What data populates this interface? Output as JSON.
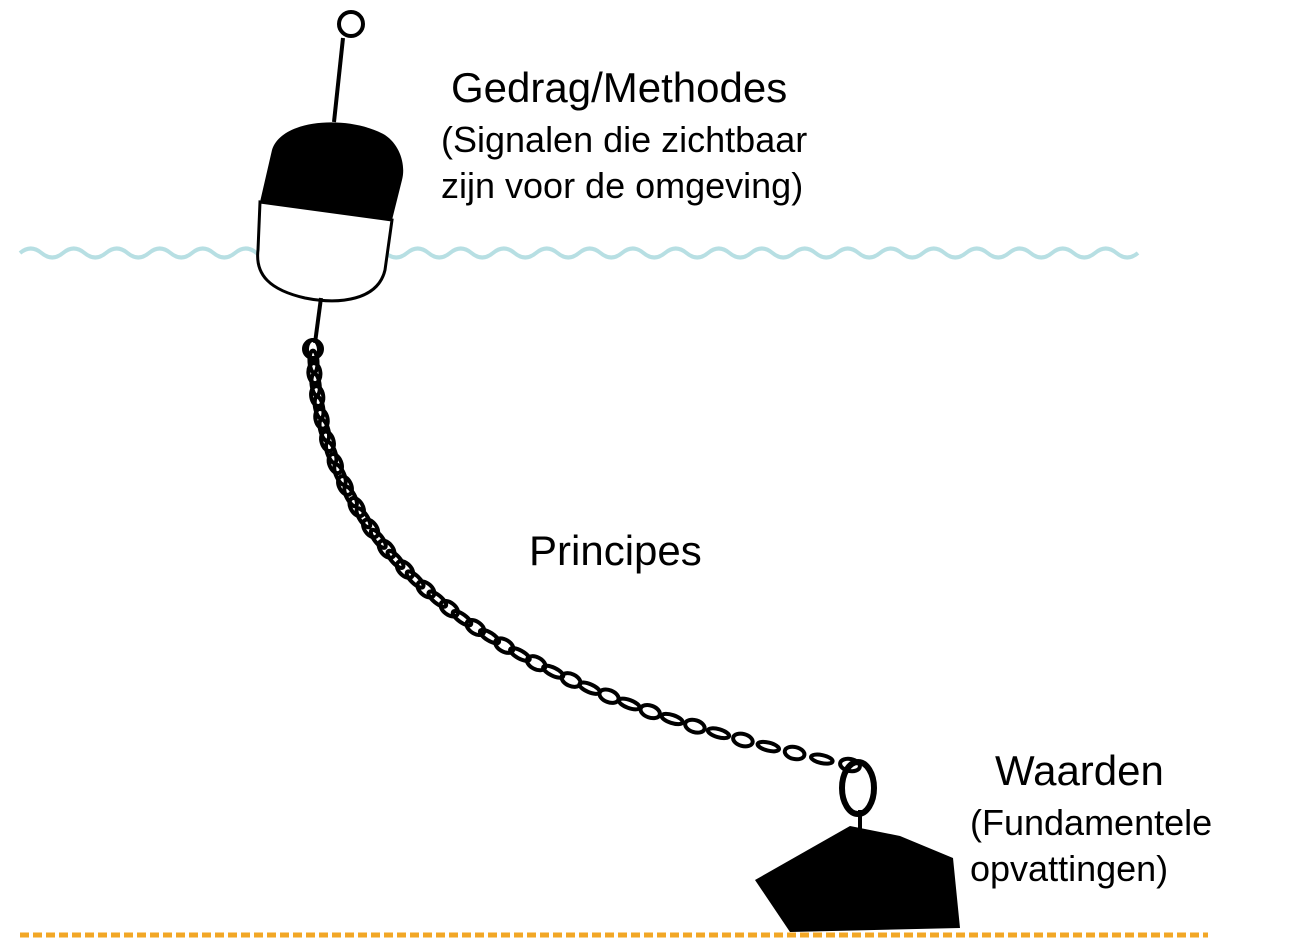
{
  "labels": {
    "buoy": {
      "title": "Gedrag/Methodes",
      "line1": "(Signalen die zichtbaar",
      "line2": "zijn voor de omgeving)"
    },
    "chain": {
      "title": "Principes"
    },
    "anchor": {
      "title": "Waarden",
      "line1": "(Fundamentele",
      "line2": "opvattingen)"
    }
  },
  "colors": {
    "water": "#b7dfe3",
    "seabed": "#f2a726",
    "ink": "#000000",
    "buoy_light": "#ffffff"
  },
  "icons": [
    "buoy-icon",
    "chain-icon",
    "anchor-icon",
    "water-surface",
    "seabed-line"
  ]
}
